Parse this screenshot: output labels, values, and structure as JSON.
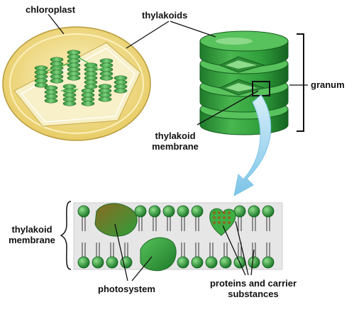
{
  "labels": {
    "chloroplast": "chloroplast",
    "thylakoids": "thylakoids",
    "granum": "granum",
    "thylakoid_membrane_top_line1": "thylakoid",
    "thylakoid_membrane_top_line2": "membrane",
    "thylakoid_membrane_left_line1": "thylakoid",
    "thylakoid_membrane_left_line2": "membrane",
    "photosystem": "photosystem",
    "proteins_line1": "proteins and carrier",
    "proteins_line2": "substances"
  },
  "colors": {
    "membrane_green": "#2f9e3a",
    "light_green": "#7fd27f",
    "dark_green": "#1f7a2a",
    "envelope_yellow": "#f1de8a",
    "arrow_blue": "#9bd3ee",
    "bilayer_bg": "#e6e6e6",
    "photosystem_brown": "#8a6a22"
  }
}
